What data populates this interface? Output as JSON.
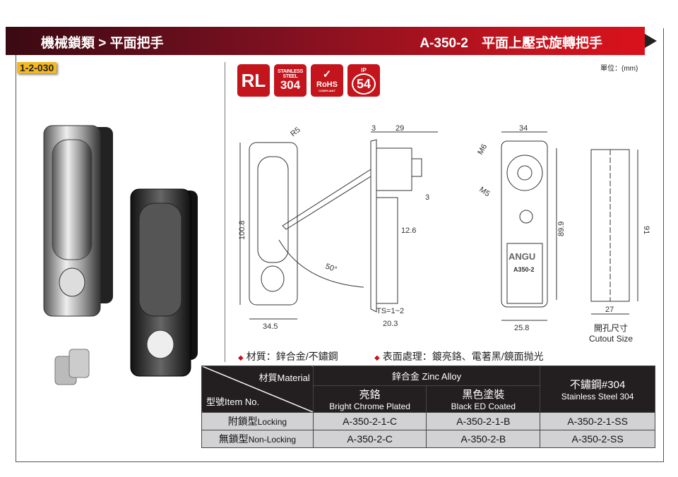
{
  "header": {
    "category": "機械鎖類 > 平面把手",
    "product": "A-350-2　平面上壓式旋轉把手"
  },
  "page_code": "1-2-030",
  "unit": "單位：(mm)",
  "badges": {
    "rl": "RL",
    "ss_top": "STAINLESS STEEL",
    "ss_num": "304",
    "rohs": "RoHS",
    "rohs_sub": "COMPLIANT",
    "ip": "IP",
    "ip_num": "54"
  },
  "dims": {
    "r5": "R5",
    "h1008": "100.8",
    "w345": "34.5",
    "d3a": "3",
    "d29": "29",
    "d3b": "3",
    "d126": "12.6",
    "ts": "TS=1~2",
    "d203": "20.3",
    "angle": "50°",
    "d34": "34",
    "m6": "M6",
    "m5": "M5",
    "h899": "89.9",
    "w258": "25.8",
    "brand": "ANGU",
    "model": "A350-2",
    "h91": "91",
    "w27": "27"
  },
  "cutout": {
    "zh": "開孔尺寸",
    "en": "Cutout Size"
  },
  "specs": {
    "material": "材質：鋅合金/不鏽鋼",
    "finish": "表面處理：鍍亮鉻、電著黑/鏡面抛光"
  },
  "table": {
    "material_hdr": "材質Material",
    "item_hdr": "型號Item No.",
    "zinc": "鋅合金 Zinc Alloy",
    "chrome_zh": "亮鉻",
    "chrome_en": "Bright Chrome Plated",
    "black_zh": "黑色塗裝",
    "black_en": "Black ED Coated",
    "ss_zh": "不鏽鋼#304",
    "ss_en": "Stainless Steel 304",
    "rows": [
      {
        "label_zh": "附鎖型",
        "label_en": "Locking",
        "c": "A-350-2-1-C",
        "b": "A-350-2-1-B",
        "ss": "A-350-2-1-SS"
      },
      {
        "label_zh": "無鎖型",
        "label_en": "Non-Locking",
        "c": "A-350-2-C",
        "b": "A-350-2-B",
        "ss": "A-350-2-SS"
      }
    ]
  }
}
